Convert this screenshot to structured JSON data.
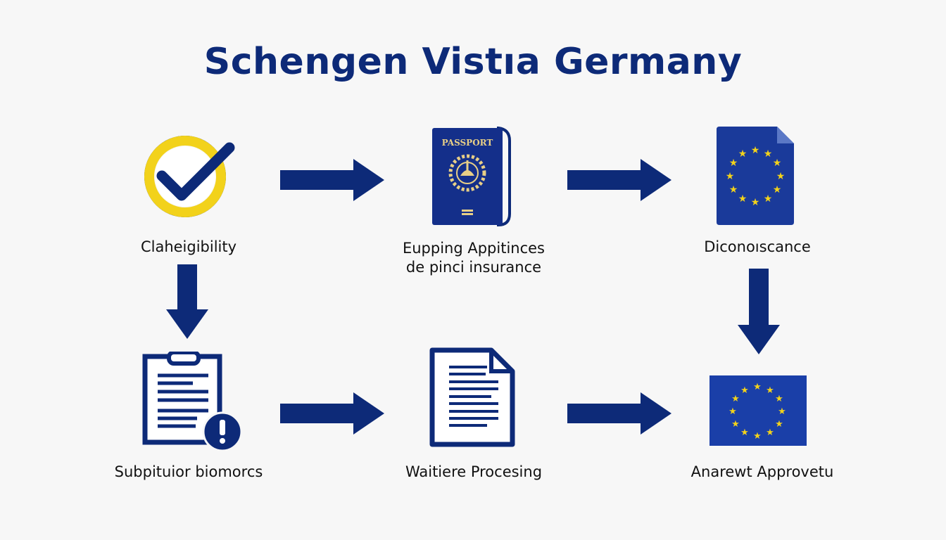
{
  "title": "Schengen Vistıa Germany",
  "colors": {
    "navy": "#0d2a78",
    "eu_blue": "#1a3a9a",
    "gold": "#f2d21b",
    "background": "#f7f7f7",
    "text": "#111111"
  },
  "steps": [
    {
      "id": "eligibility",
      "icon": "check-circle-icon",
      "label": "Claheigibility"
    },
    {
      "id": "documents",
      "icon": "passport-icon",
      "label_line1": "Eupping Appitinces",
      "label_line2": "de pinci insurance",
      "passport_text": "PASSPORT"
    },
    {
      "id": "document",
      "icon": "eu-document-icon",
      "label": "Diconoıscance"
    },
    {
      "id": "submission",
      "icon": "clipboard-alert-icon",
      "label": "Subpituior biomorcs"
    },
    {
      "id": "processing",
      "icon": "text-document-icon",
      "label": "Waitiere Procesing"
    },
    {
      "id": "approval",
      "icon": "eu-flag-icon",
      "label": "Anarewt Approvetu"
    }
  ],
  "arrows": [
    {
      "from": "eligibility",
      "to": "documents",
      "direction": "right"
    },
    {
      "from": "documents",
      "to": "document",
      "direction": "right"
    },
    {
      "from": "eligibility",
      "to": "submission",
      "direction": "down"
    },
    {
      "from": "document",
      "to": "approval",
      "direction": "down"
    },
    {
      "from": "submission",
      "to": "processing",
      "direction": "right"
    },
    {
      "from": "processing",
      "to": "approval",
      "direction": "right"
    }
  ]
}
